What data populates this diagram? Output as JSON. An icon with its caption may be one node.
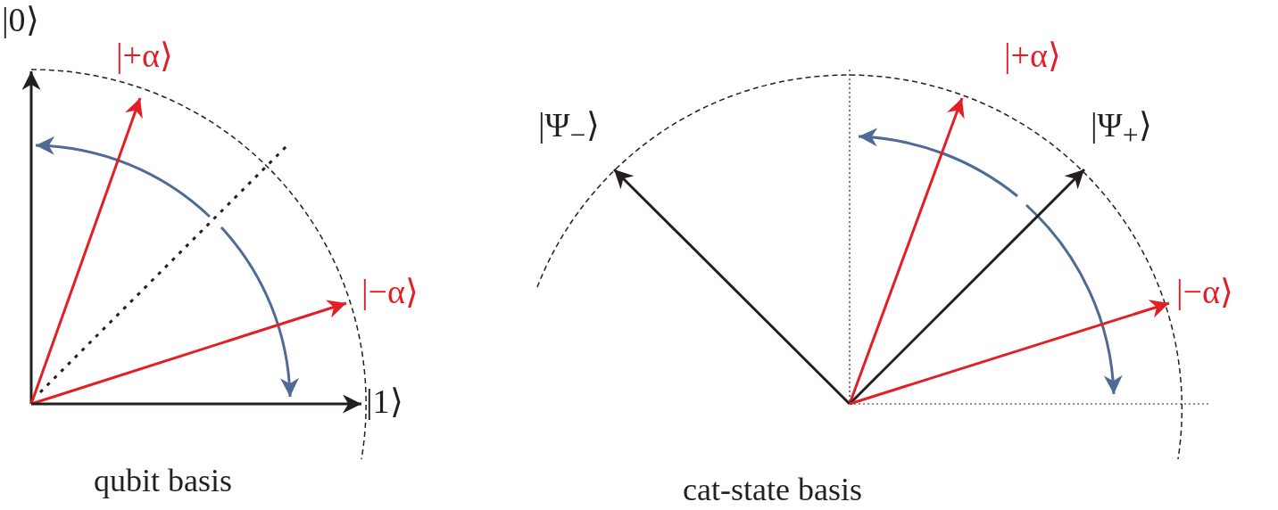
{
  "diagram": {
    "nodes": [
      {
        "text": [
          "|0⟩"
        ]
      },
      {
        "text": [
          "|+α⟩"
        ]
      },
      {
        "text": [
          "|−α⟩"
        ]
      },
      {
        "text": [
          "|1⟩"
        ]
      },
      {
        "text": [
          "|+α⟩"
        ]
      },
      {
        "text": [
          "|Ψ$_{−}$⟩"
        ]
      },
      {
        "text": [
          "|Ψ$_{+}$⟩"
        ]
      },
      {
        "text": [
          "|−α⟩"
        ]
      }
    ],
    "edges": [
      {
        "from": null,
        "to": 0,
        "arrow": "to"
      },
      {
        "from": null,
        "to": 1,
        "arrow": "to",
        "color": "#e31e24"
      },
      {
        "from": null,
        "to": 2,
        "arrow": "to",
        "color": "#e31e24"
      },
      {
        "from": null,
        "to": 3,
        "arrow": "to"
      },
      {
        "from": null,
        "to": 4,
        "arrow": "to",
        "color": "#e31e24"
      },
      {
        "from": null,
        "to": 5,
        "arrow": "to"
      },
      {
        "from": null,
        "to": 6,
        "arrow": "to"
      },
      {
        "from": null,
        "to": 7,
        "arrow": "to",
        "color": "#e31e24"
      }
    ],
    "labels": [
      "qubit basis",
      "cat-state basis"
    ]
  }
}
